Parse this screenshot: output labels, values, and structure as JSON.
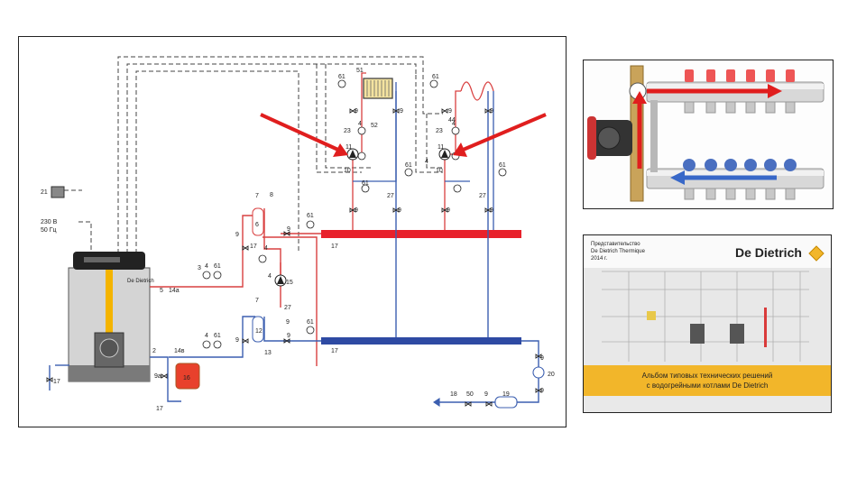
{
  "schematic": {
    "power_label_voltage": "230 В",
    "power_label_freq": "50 Гц",
    "boiler_brand": "De Dietrich",
    "component_numbers": {
      "n21": "21",
      "n17a": "17",
      "n17b": "17",
      "n17c": "17",
      "n17d": "17",
      "n17e": "17",
      "n2": "2",
      "n5": "5",
      "n14a": "14а",
      "n14b": "14в",
      "n3": "3",
      "n4a": "4",
      "n61a": "61",
      "n4b": "4",
      "n61b": "61",
      "n7a": "7",
      "n7b": "7",
      "n8": "8",
      "n6": "6",
      "n9a": "9",
      "n9b": "9",
      "n9c": "9",
      "n9d": "9",
      "n9e": "9",
      "n9f": "9",
      "n9g": "9",
      "n9h": "9",
      "n9i": "9",
      "n9j": "9",
      "n9k": "9",
      "n9l": "9",
      "n9m": "9",
      "n9n": "9",
      "n9o": "9",
      "n9p": "9",
      "n15": "15",
      "n27a": "27",
      "n27b": "27",
      "n27c": "27",
      "n12": "12",
      "n13": "13",
      "n16": "16",
      "n9oa": "9а",
      "n61c": "61",
      "n61d": "61",
      "n61e": "61",
      "n61f": "61",
      "n61g": "61",
      "n61h": "61",
      "n61i": "61",
      "n51": "51",
      "n23a": "23",
      "n23b": "23",
      "n4c": "4",
      "n4d": "4",
      "n4e": "4",
      "n4f": "4",
      "n4g": "4",
      "n52": "52",
      "n44": "44",
      "n11a": "11",
      "n11b": "11",
      "n10a": "10",
      "n10b": "10",
      "n20": "20",
      "n19": "19",
      "n18": "18",
      "n50": "50"
    }
  },
  "album": {
    "brand": "De Dietrich",
    "header_line1": "Представительство",
    "header_line2": "De Dietrich Thermique",
    "header_line3": "2014 г.",
    "title_line1": "Альбом типовых технических решений",
    "title_line2": "с водогрейными котлами De Dietrich"
  },
  "colors": {
    "supply": "#e8212b",
    "return": "#2e4aa3",
    "pipe_red": "#d94040",
    "pipe_blue": "#3c5fb0",
    "gas_yellow": "#f4b400",
    "expansion_tank": "#e8412c",
    "arrow": "#e01e1e",
    "album_band": "#f2b62a"
  },
  "icons": {
    "boiler": "boiler-icon",
    "pump": "pump-icon",
    "radiator": "radiator-icon",
    "expansion_tank": "expansion-tank-icon",
    "valve": "valve-icon",
    "brand_logo": "de-dietrich-logo-icon"
  }
}
